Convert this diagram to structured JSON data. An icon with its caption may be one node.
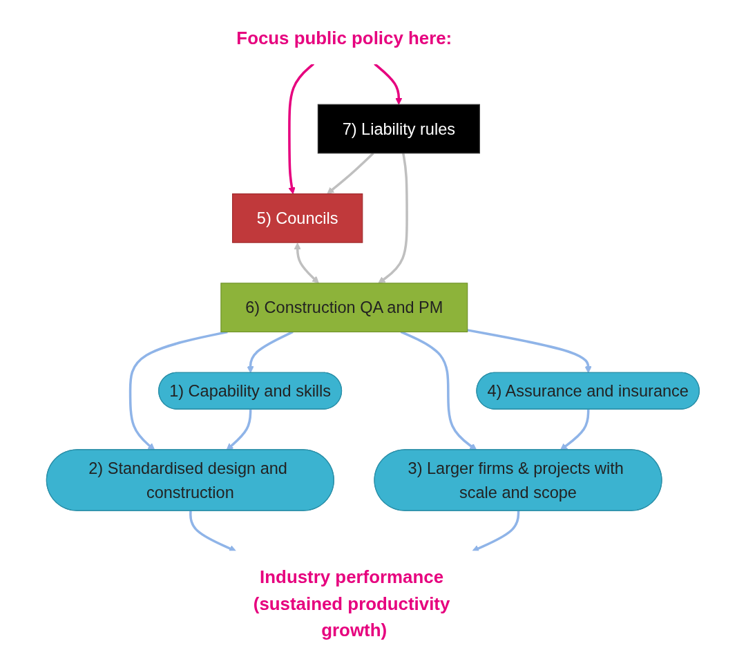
{
  "diagram": {
    "nodes": [
      {
        "text": [
          "Focus public policy here:"
        ]
      },
      {
        "text": [
          "5) Councils"
        ]
      },
      {
        "text": [
          "7) Liability rules"
        ]
      },
      {
        "text": [
          "6) Construction QA and PM"
        ]
      },
      {
        "text": [
          "1) Capability and skills"
        ]
      },
      {
        "text": [
          "4) Assurance and insurance"
        ]
      },
      {
        "text": [
          "2) Standardised design and construction"
        ]
      },
      {
        "text": [
          "3) Larger firms & projects with scale and scope"
        ]
      },
      {
        "text": [
          "Industry performance (sustained productivity growth)"
        ]
      }
    ],
    "edges": [
      {
        "from": 0,
        "to": 1,
        "arrow": "to",
        "color": "#e6007e"
      },
      {
        "from": 0,
        "to": 2,
        "arrow": "to",
        "color": "#e6007e"
      },
      {
        "from": 2,
        "to": 1,
        "arrow": "to",
        "color": "#bfbfbf"
      },
      {
        "from": 1,
        "to": 3,
        "arrow": "both",
        "color": "#bfbfbf"
      },
      {
        "from": 2,
        "to": 3,
        "arrow": "to",
        "color": "#bfbfbf"
      },
      {
        "from": 3,
        "to": 4,
        "arrow": "to"
      },
      {
        "from": 3,
        "to": 6,
        "arrow": "to"
      },
      {
        "from": 3,
        "to": 7,
        "arrow": "to"
      },
      {
        "from": 3,
        "to": 5,
        "arrow": "to"
      },
      {
        "from": 4,
        "to": 6,
        "arrow": "to"
      },
      {
        "from": 5,
        "to": 7,
        "arrow": "to"
      },
      {
        "from": 6,
        "to": 8,
        "arrow": "to"
      },
      {
        "from": 7,
        "to": 8,
        "arrow": "to"
      }
    ]
  }
}
